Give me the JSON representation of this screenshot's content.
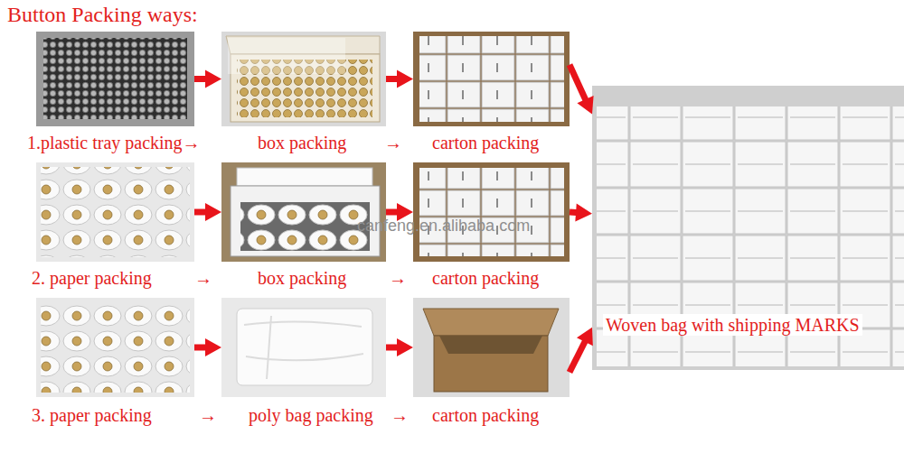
{
  "diagram": {
    "title": "Button Packing ways:",
    "nodes": [
      {
        "text": [
          "1.plastic tray packing→"
        ]
      },
      {
        "text": [
          "box packing"
        ]
      },
      {
        "text": [
          "carton packing"
        ]
      },
      {
        "text": [
          "2. paper packing"
        ]
      },
      {
        "text": [
          "box packing"
        ]
      },
      {
        "text": [
          "carton packing"
        ]
      },
      {
        "text": [
          "3. paper packing"
        ]
      },
      {
        "text": [
          "poly bag packing"
        ]
      },
      {
        "text": [
          "carton packing"
        ]
      },
      {
        "text": [
          "Woven bag with shipping MARKS"
        ]
      }
    ],
    "edges": [
      {
        "from": 0,
        "to": 1,
        "arrow": "to"
      },
      {
        "from": 1,
        "to": 2,
        "arrow": "to"
      },
      {
        "from": 2,
        "to": 9,
        "arrow": "to"
      },
      {
        "from": 3,
        "to": 4,
        "arrow": "to"
      },
      {
        "from": 4,
        "to": 5,
        "arrow": "to"
      },
      {
        "from": 5,
        "to": 9,
        "arrow": "to"
      },
      {
        "from": 6,
        "to": 7,
        "arrow": "to"
      },
      {
        "from": 7,
        "to": 8,
        "arrow": "to"
      },
      {
        "from": 8,
        "to": 9,
        "arrow": "to"
      }
    ],
    "labels": [
      "→",
      "→",
      "→",
      "→",
      "→",
      "canfeng.en.alibaba.com"
    ]
  }
}
